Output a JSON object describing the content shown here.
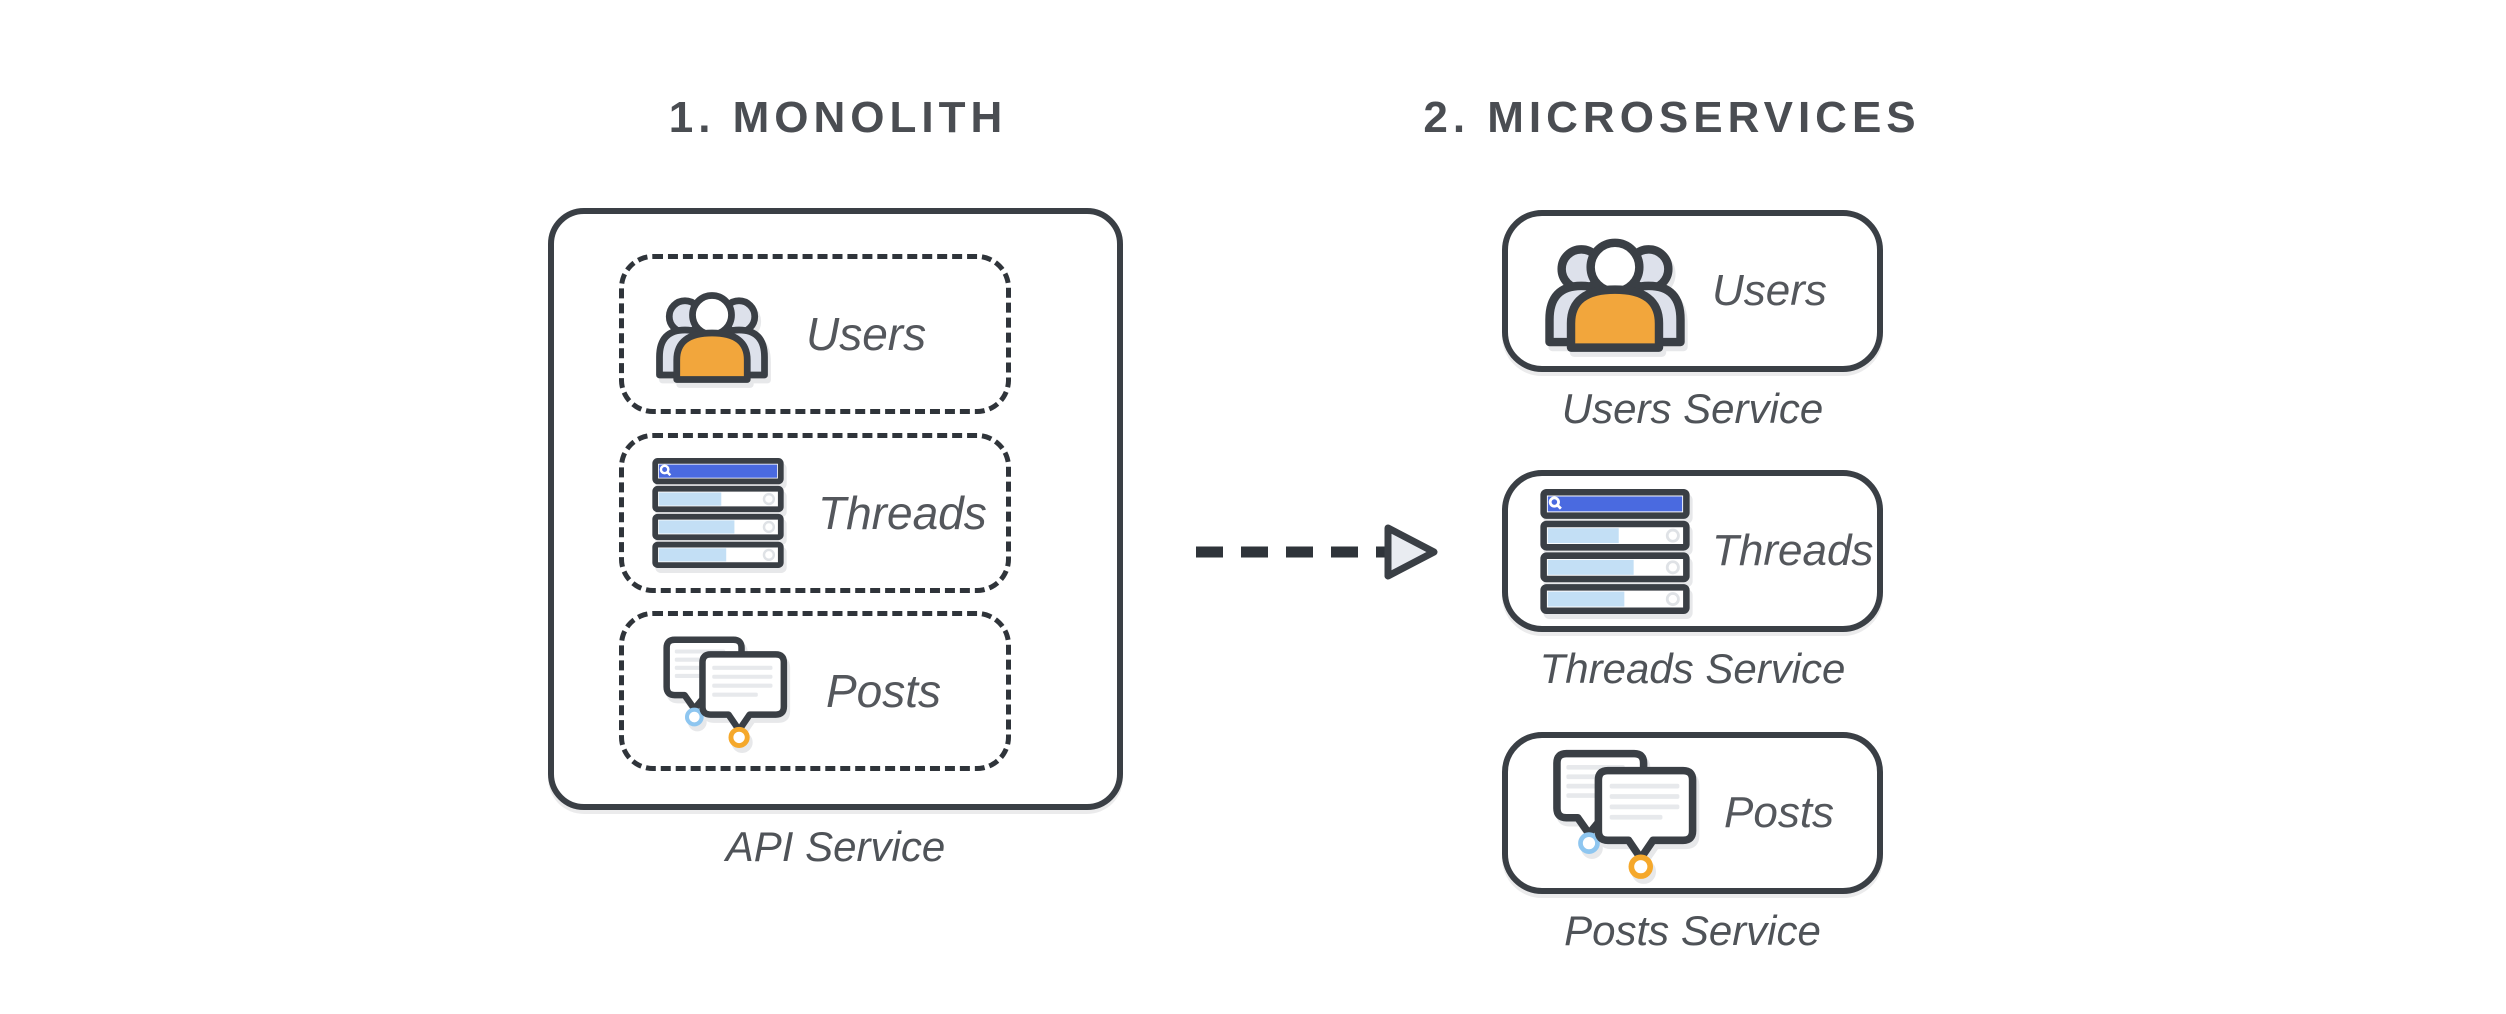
{
  "diagram": {
    "left": {
      "title": "1. MONOLITH",
      "caption": "API Service",
      "modules": [
        {
          "label": "Users",
          "icon": "users-group-icon"
        },
        {
          "label": "Threads",
          "icon": "thread-list-icon"
        },
        {
          "label": "Posts",
          "icon": "chat-bubbles-icon"
        }
      ]
    },
    "arrow": {
      "icon": "dashed-right-arrow",
      "direction": "right"
    },
    "right": {
      "title": "2. MICROSERVICES",
      "services": [
        {
          "label": "Users",
          "caption": "Users Service",
          "icon": "users-group-icon"
        },
        {
          "label": "Threads",
          "caption": "Threads Service",
          "icon": "thread-list-icon"
        },
        {
          "label": "Posts",
          "caption": "Posts Service",
          "icon": "chat-bubbles-icon"
        }
      ]
    }
  },
  "colors": {
    "background": "#FFFFFF",
    "ink": "#3A3F45",
    "dash": "#2F343A",
    "title_text": "#4A4D52",
    "label_text": "#54575C",
    "caption_text": "#4F5358",
    "accent_orange": "#F2A63C",
    "people_gray": "#DDE1EB",
    "search_blue": "#4A6AE0",
    "bar_light_blue": "#C3DFF5",
    "ring_blue": "#8EC6F0",
    "ring_orange": "#F5A82B",
    "arrowhead_fill": "#E9ECF1"
  }
}
